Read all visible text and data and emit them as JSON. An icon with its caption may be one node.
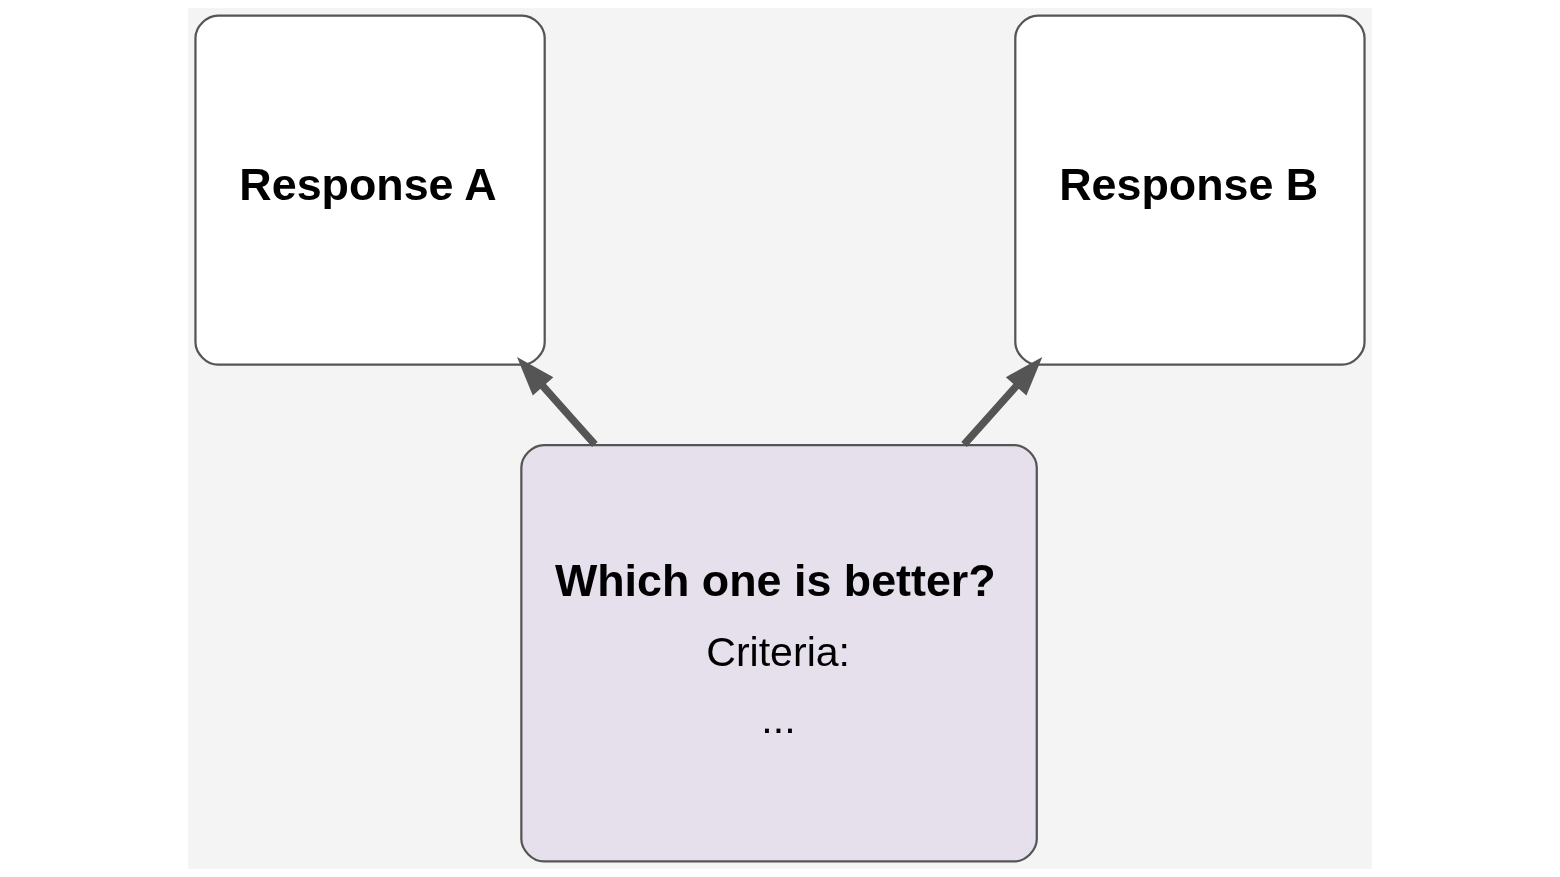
{
  "diagram": {
    "nodes": [
      {
        "text": [
          "Response A"
        ]
      },
      {
        "text": [
          "Response B"
        ]
      },
      {
        "text": [
          "Which one is better?",
          "Criteria:",
          "..."
        ]
      }
    ],
    "edges": [
      {
        "from": 2,
        "to": 0,
        "arrow": "to"
      },
      {
        "from": 2,
        "to": 1,
        "arrow": "to"
      }
    ]
  }
}
